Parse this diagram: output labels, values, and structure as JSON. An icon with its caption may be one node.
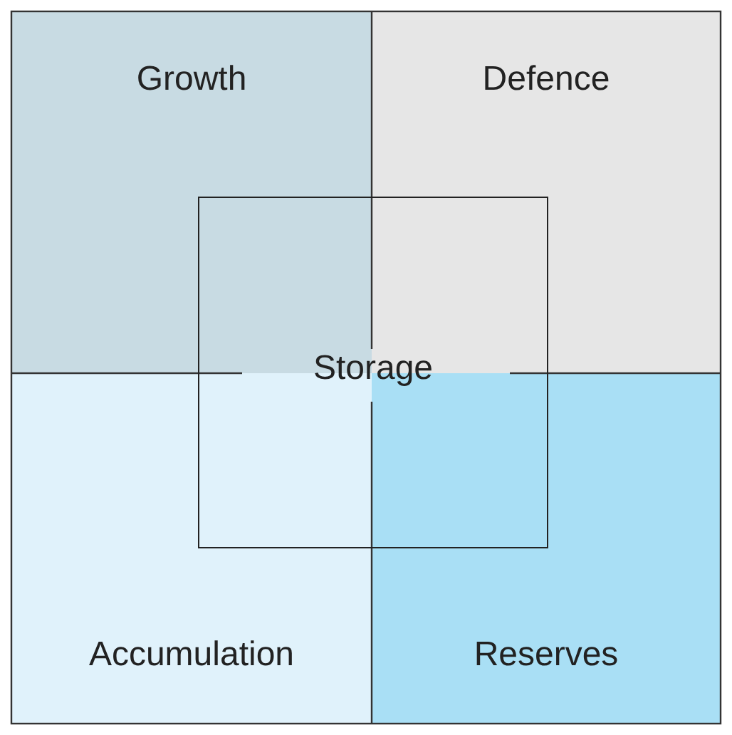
{
  "diagram": {
    "nodes": [
      {
        "text": [
          "Growth"
        ]
      },
      {
        "text": [
          "Defence"
        ]
      },
      {
        "text": [
          "Storage"
        ]
      },
      {
        "text": [
          "Accumulation"
        ]
      },
      {
        "text": [
          "Reserves"
        ]
      }
    ]
  }
}
